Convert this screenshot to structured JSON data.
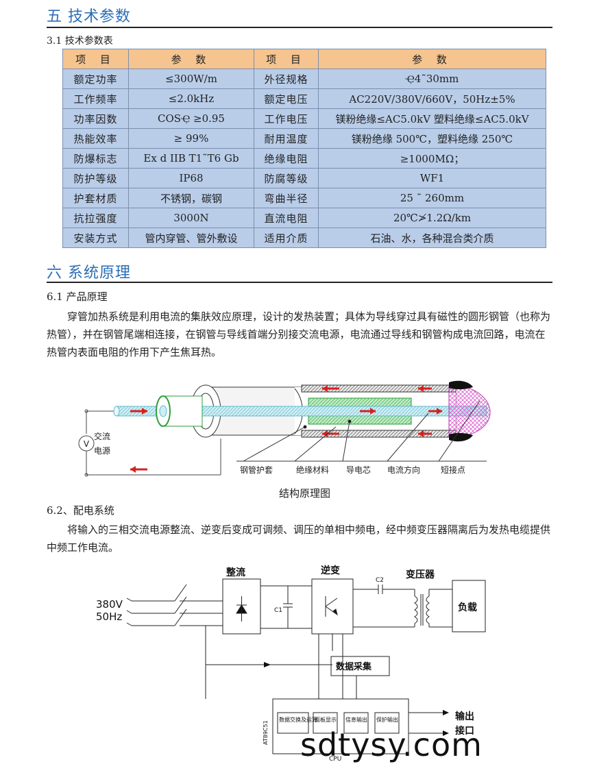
{
  "sec5": {
    "title": "五 技术参数",
    "sub": "3.1 技术参数表"
  },
  "table": {
    "headers": [
      "项 目",
      "参 数",
      "项 目",
      "参 数"
    ],
    "rows": [
      [
        "额定功率",
        "≤300W/m",
        "外径规格",
        "Ҿ4˜30mm"
      ],
      [
        "工作频率",
        "≤2.0kHz",
        "额定电压",
        "AC220V/380V/660V，50Hz±5%"
      ],
      [
        "功率因数",
        "COSҾ ≥0.95",
        "工作电压",
        "镁粉绝缘≤AC5.0kV 塑料绝缘≤AC5.0kV"
      ],
      [
        "热能效率",
        "≥ 99%",
        "耐用温度",
        "镁粉绝缘 500℃，塑料绝缘 250℃"
      ],
      [
        "防爆标志",
        "Ex d IIB T1˜T6 Gb",
        "绝缘电阻",
        "≥1000MΩ；"
      ],
      [
        "防护等级",
        "IP68",
        "防腐等级",
        "WF1"
      ],
      [
        "护套材质",
        "不锈钢，碳钢",
        "弯曲半径",
        "25 ˜ 260mm"
      ],
      [
        "抗拉强度",
        "3000N",
        "直流电阻",
        "20℃≯1.2Ω/km"
      ],
      [
        "安装方式",
        "管内穿管、管外敷设",
        "适用介质",
        "石油、水，各种混合类介质"
      ]
    ]
  },
  "sec6": {
    "title": "六 系统原理",
    "sub1": "6.1 产品原理",
    "p1": "穿管加热系统是利用电流的集肤效应原理，设计的发热装置；具体为导线穿过具有磁性的圆形钢管（也称为热管），并在钢管尾端相连接，在钢管与导线首端分别接交流电源，电流通过导线和钢管构成电流回路，电流在热管内表面电阻的作用下产生焦耳热。",
    "sub2": "6.2、配电系统",
    "p2": "将输入的三相交流电源整流、逆变后变成可调频、调压的单相中频电，经中频变压器隔离后为发热电缆提供中频工作电流。"
  },
  "fig1": {
    "caption": "结构原理图",
    "source_label_1": "交流",
    "source_label_2": "电源",
    "v_symbol": "V",
    "labels": [
      "钢管护套",
      "绝缘材料",
      "导电芯",
      "电流方向",
      "短接点"
    ]
  },
  "fig2": {
    "rectifier": "整流",
    "inverter": "逆变",
    "transformer": "变压器",
    "load": "负载",
    "input_1": "380V",
    "input_2": "50Hz",
    "c1": "C1",
    "c2": "C2",
    "data_acq": "数据采集",
    "cpu_side": "AT89C51",
    "cpu": "CPU",
    "cpu_blocks": [
      "数据交换及运算",
      "面板显示",
      "信息输出",
      "保护输出"
    ],
    "output_1": "输出",
    "output_2": "接口"
  },
  "watermark": "sdtysy.com",
  "colors": {
    "heading": "#2a6db5",
    "table_header": "#f6c48f",
    "table_cell": "#b9cde9",
    "arrow": "#d62020",
    "insulation": "#3fd24a"
  }
}
